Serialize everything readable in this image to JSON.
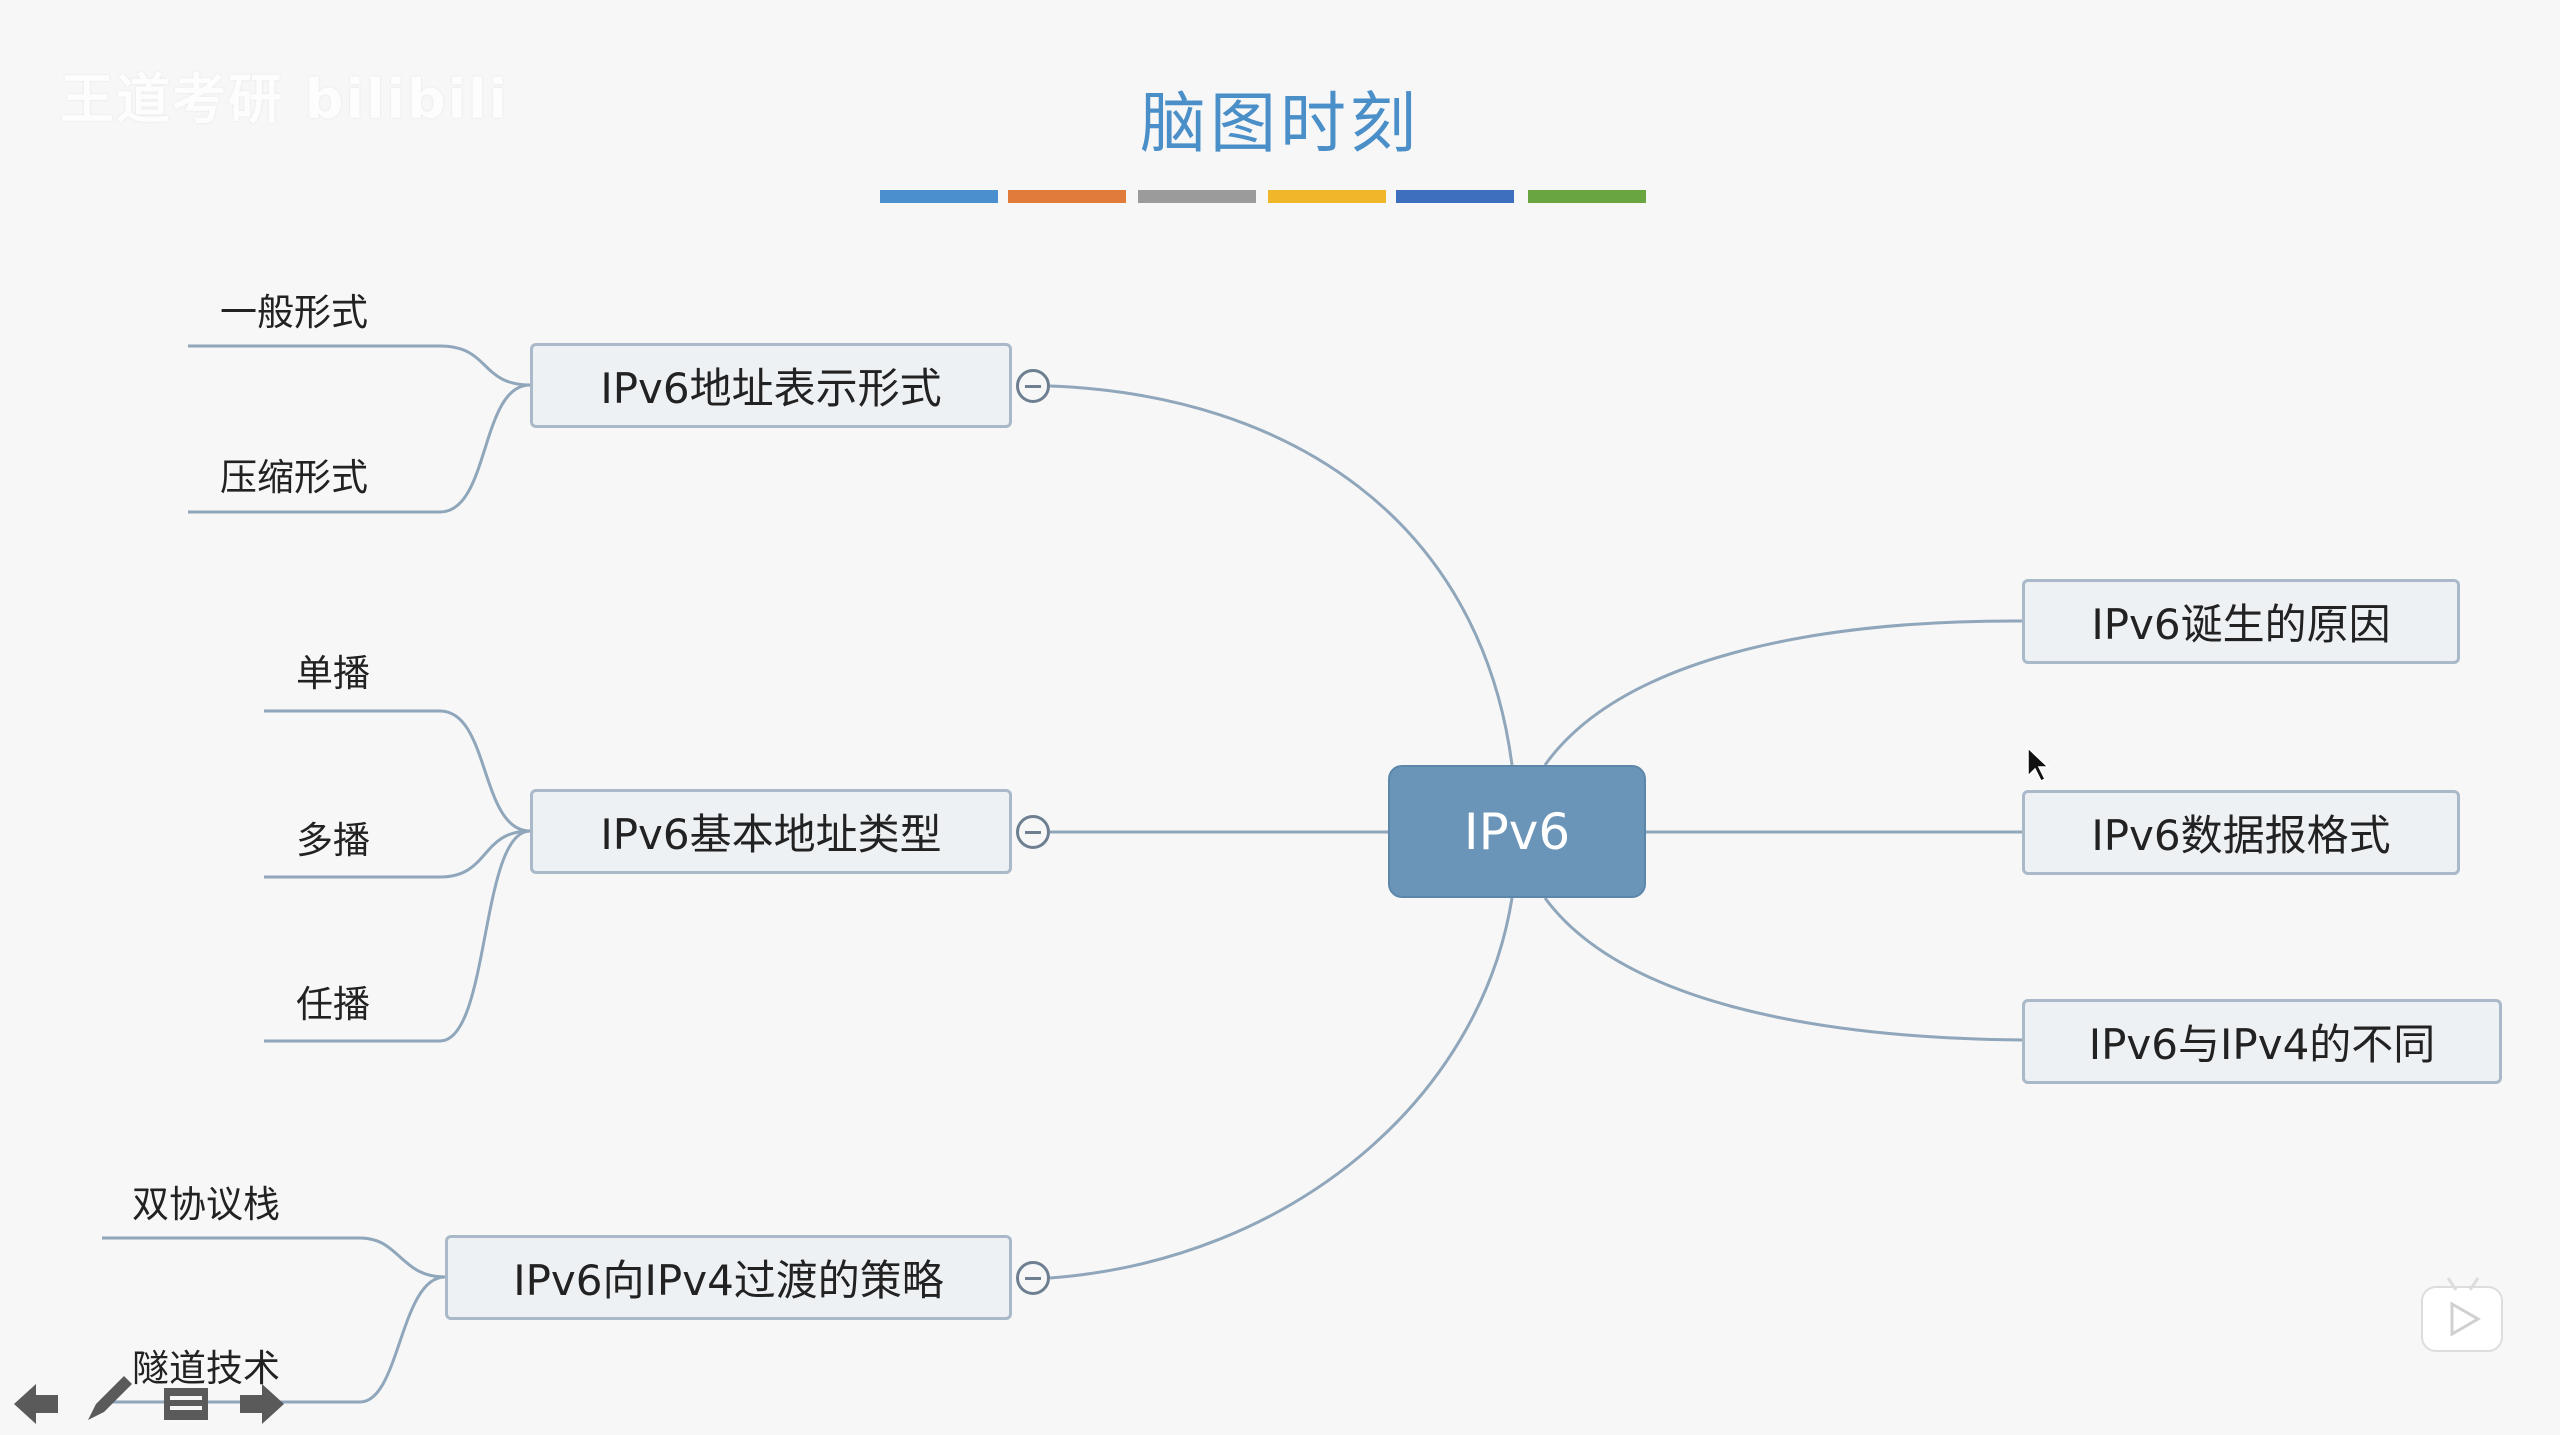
{
  "title": "脑图时刻",
  "watermark": "王道考研 bilibili",
  "color_bar": [
    "#4b8fcf",
    "#e07b39",
    "#9b9b9b",
    "#f1b72b",
    "#3e6fbe",
    "#6aa640"
  ],
  "center": {
    "label": "IPv6"
  },
  "left_nodes": [
    {
      "label": "IPv6地址表示形式",
      "children": [
        "一般形式",
        "压缩形式"
      ]
    },
    {
      "label": "IPv6基本地址类型",
      "children": [
        "单播",
        "多播",
        "任播"
      ]
    },
    {
      "label": "IPv6向IPv4过渡的策略",
      "children": [
        "双协议栈",
        "隧道技术"
      ]
    }
  ],
  "right_nodes": [
    {
      "label": "IPv6诞生的原因"
    },
    {
      "label": "IPv6数据报格式"
    },
    {
      "label": "IPv6与IPv4的不同"
    }
  ],
  "icons": [
    "arrow-left-icon",
    "pen-icon",
    "notes-icon",
    "arrow-right-icon",
    "bilibili-play-icon",
    "mouse-cursor-icon"
  ]
}
